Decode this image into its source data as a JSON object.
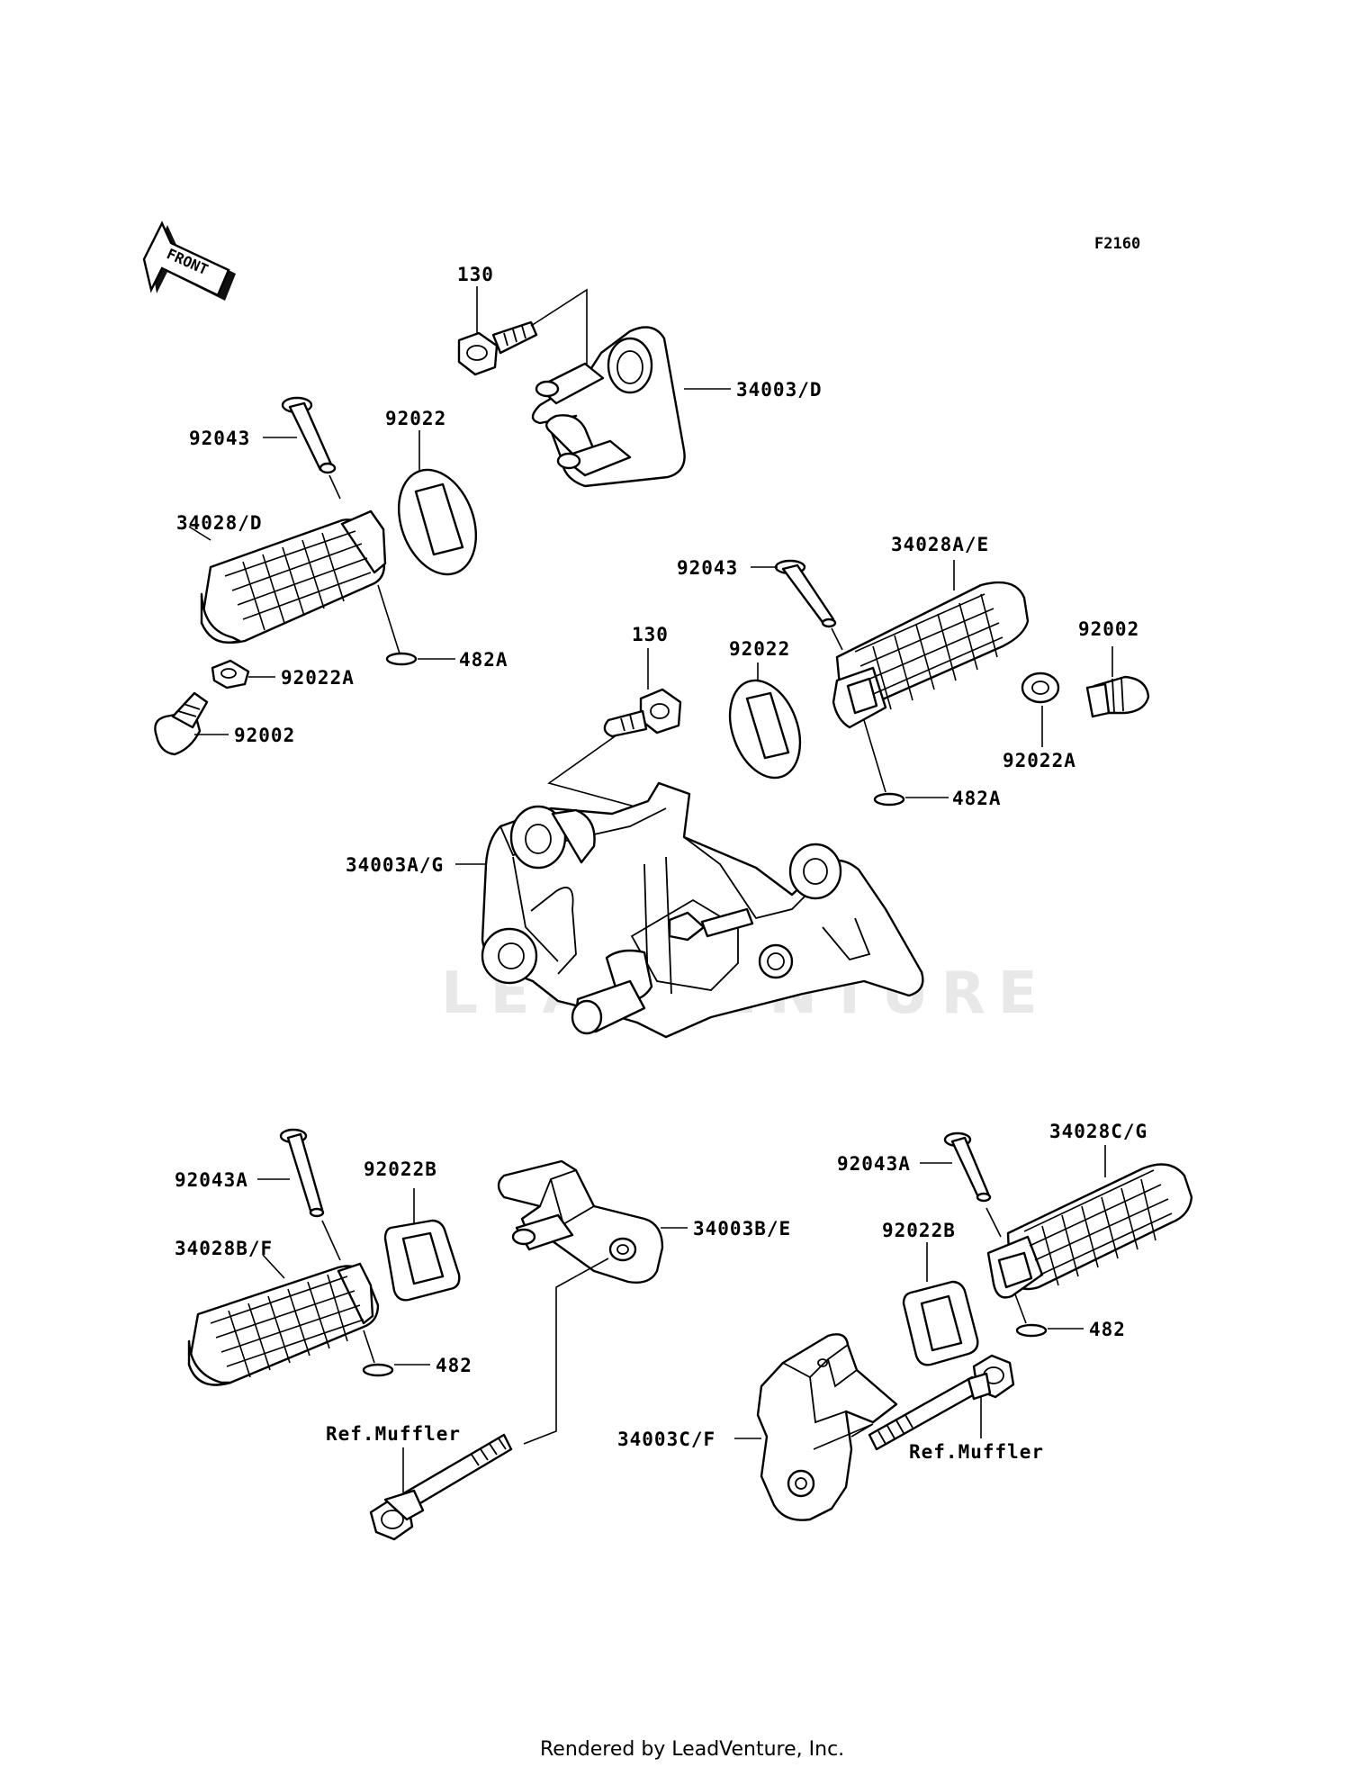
{
  "diagram": {
    "code": "F2160",
    "front_label": "FRONT",
    "watermark": "LEADVENTURE",
    "footer": "Rendered by LeadVenture, Inc."
  },
  "labels": {
    "l130_top": "130",
    "l34003d": "34003/D",
    "l92043_left": "92043",
    "l92022_left": "92022",
    "l34028d": "34028/D",
    "l482a_left": "482A",
    "l92022a_left": "92022A",
    "l92002_left": "92002",
    "l92043_right": "92043",
    "l34028ae": "34028A/E",
    "l130_mid": "130",
    "l92022_right": "92022",
    "l92002_right": "92002",
    "l92022a_right": "92022A",
    "l482a_right": "482A",
    "l34003ag": "34003A/G",
    "l34028cg": "34028C/G",
    "l92043a_right": "92043A",
    "l92043a_left": "92043A",
    "l92022b_left": "92022B",
    "l34003be": "34003B/E",
    "l92022b_right": "92022B",
    "l34028bf": "34028B/F",
    "l482_right": "482",
    "l482_left": "482",
    "lmuffler_left": "Ref.Muffler",
    "l34003cf": "34003C/F",
    "lmuffler_right": "Ref.Muffler"
  }
}
